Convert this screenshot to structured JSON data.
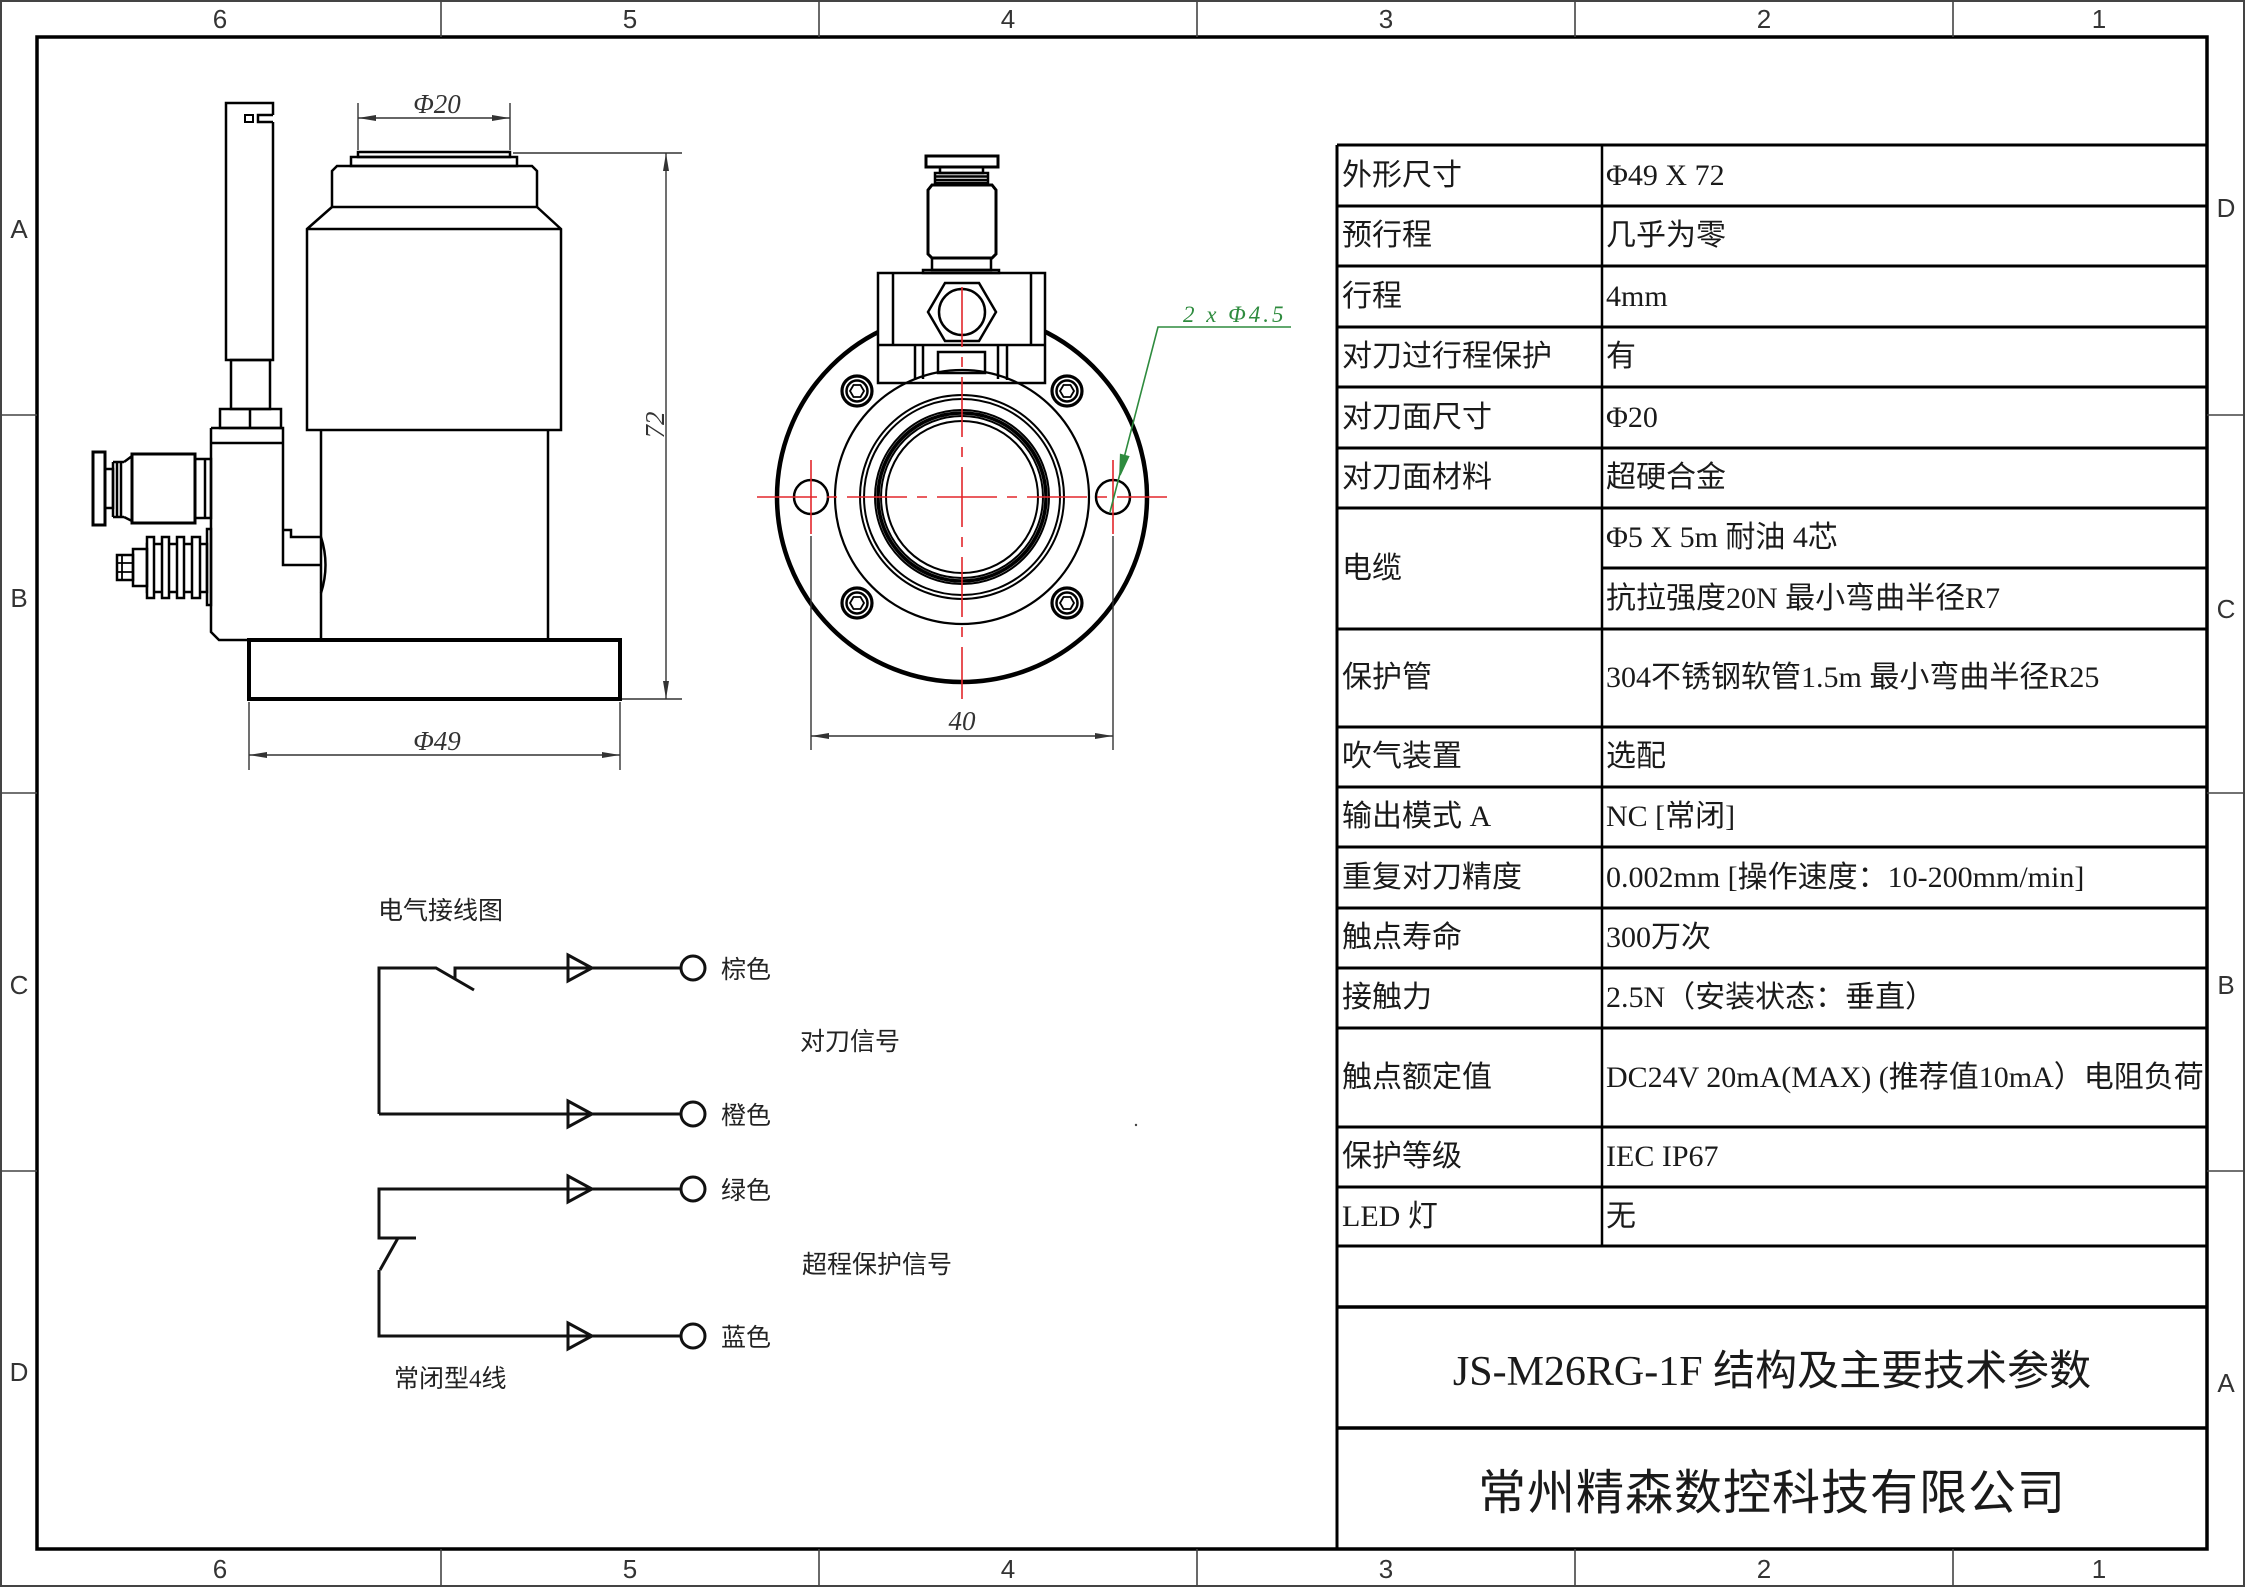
{
  "frame": {
    "columns_top": [
      "6",
      "5",
      "4",
      "3",
      "2",
      "1"
    ],
    "columns_bottom": [
      "6",
      "5",
      "4",
      "3",
      "2",
      "1"
    ],
    "rows_left": [
      "A",
      "B",
      "C",
      "D"
    ],
    "rows_right": [
      "D",
      "C",
      "B",
      "A"
    ]
  },
  "side_view": {
    "dim_face_diameter": "Φ20",
    "dim_height": "72",
    "dim_base_diameter": "Φ49"
  },
  "front_view": {
    "dim_hole_spacing": "40",
    "hole_callout": "2 x Φ4.5"
  },
  "wiring_diagram": {
    "title": "电气接线图",
    "wires": [
      {
        "label": "棕色"
      },
      {
        "label": "橙色"
      },
      {
        "label": "绿色"
      },
      {
        "label": "蓝色"
      }
    ],
    "signal_labels": [
      "对刀信号",
      "超程保护信号"
    ],
    "type_label": "常闭型4线"
  },
  "spec_table": {
    "rows": [
      {
        "label": "外形尺寸",
        "value": "Φ49  X  72"
      },
      {
        "label": "预行程",
        "value": "几乎为零"
      },
      {
        "label": "行程",
        "value": "4mm"
      },
      {
        "label": "对刀过行程保护",
        "value": "有"
      },
      {
        "label": "对刀面尺寸",
        "value": "Φ20"
      },
      {
        "label": "对刀面材料",
        "value": "超硬合金"
      },
      {
        "label": "电缆",
        "values": [
          "Φ5  X  5m  耐油  4芯",
          "抗拉强度20N  最小弯曲半径R7"
        ]
      },
      {
        "label": "保护管",
        "value": "304不锈钢软管1.5m  最小弯曲半径R25"
      },
      {
        "label": "吹气装置",
        "value": "选配"
      },
      {
        "label": "输出模式 A",
        "value": "NC [常闭]"
      },
      {
        "label": "重复对刀精度",
        "value": "0.002mm [操作速度：10-200mm/min]"
      },
      {
        "label": "触点寿命",
        "value": "300万次"
      },
      {
        "label": "接触力",
        "value": "2.5N（安装状态：垂直）"
      },
      {
        "label": "触点额定值",
        "value": "DC24V 20mA(MAX) (推荐值10mA）电阻负荷"
      },
      {
        "label": "保护等级",
        "value": "IEC IP67"
      },
      {
        "label": "LED 灯",
        "value": "无"
      }
    ]
  },
  "title_block": {
    "drawing_title": "JS-M26RG-1F 结构及主要技术参数",
    "company": "常州精森数控科技有限公司"
  },
  "colors": {
    "line": "#000000",
    "centerline": "#e3262b",
    "leader": "#2e8b3e",
    "dimension": "#333333"
  }
}
